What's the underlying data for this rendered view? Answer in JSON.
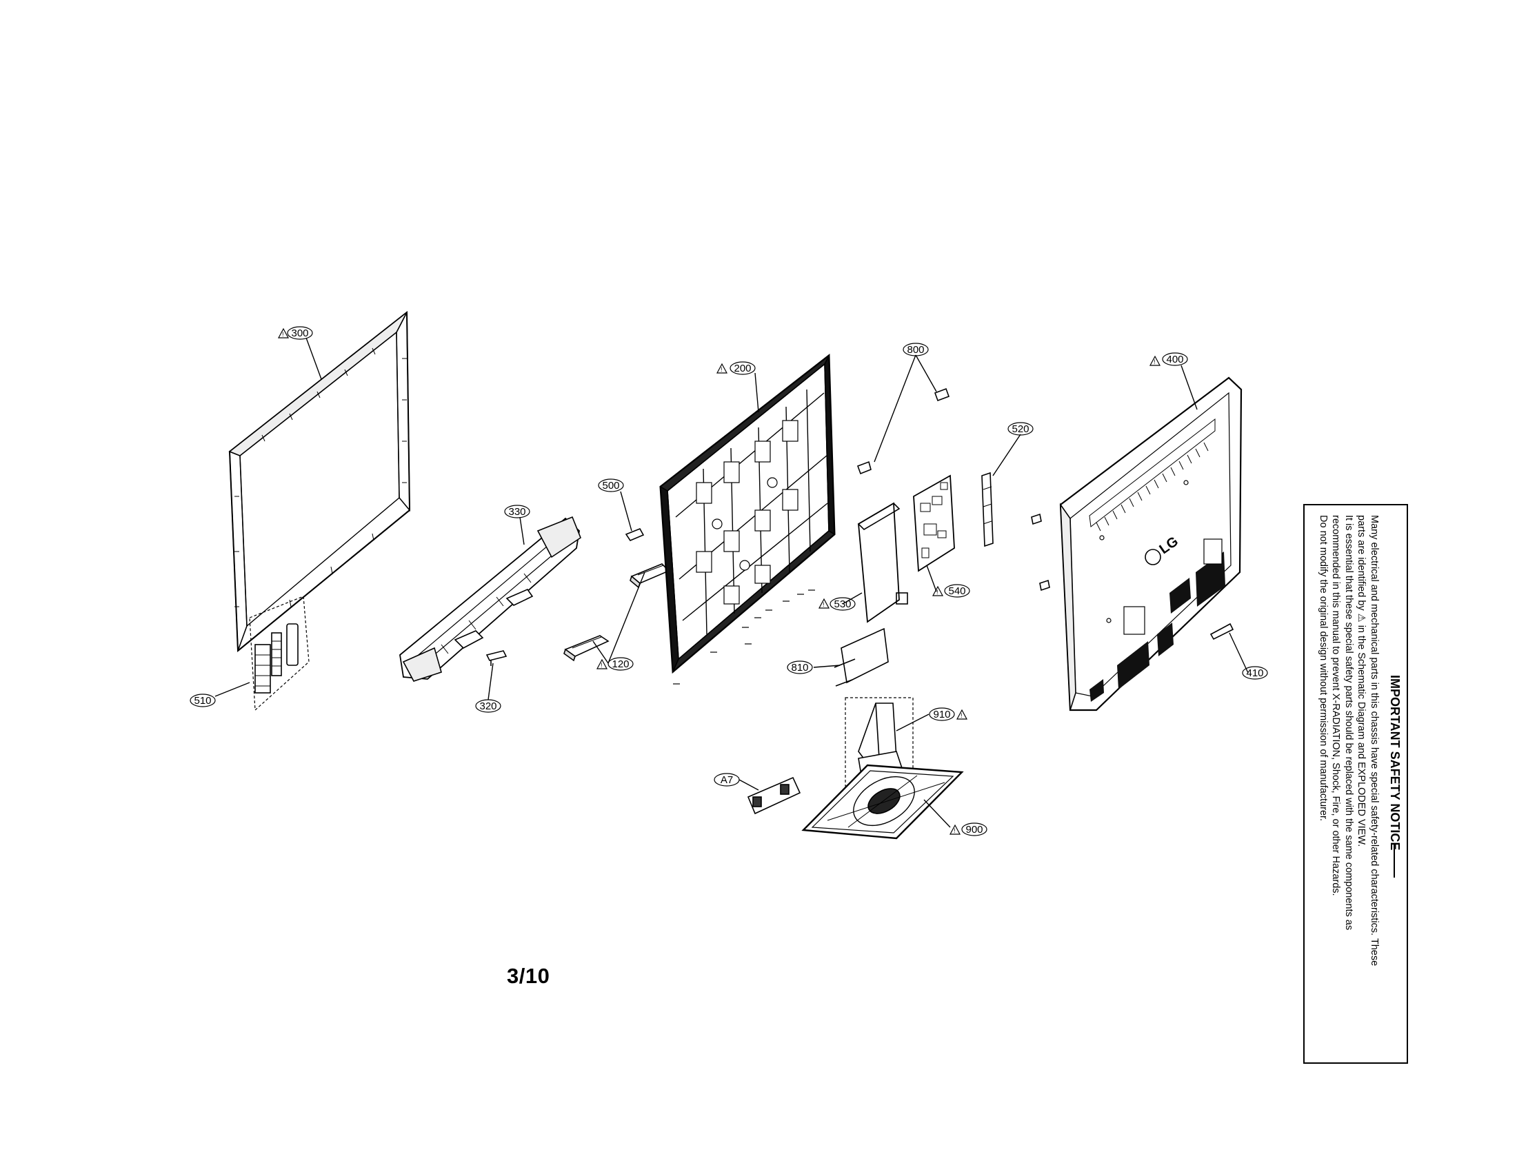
{
  "page_number": "3/10",
  "safety_notice": {
    "title": "IMPORTANT SAFETY NOTICE",
    "line1": "Many electrical and mechanical parts in this chassis have special safety-related characteristics. These",
    "line2": "parts are identified by ⚠ in the Schematic Diagram and EXPLODED VIEW.",
    "line3": "It is essential that these special safety parts should be replaced with the same components as",
    "line4": "recommended in this manual to prevent X-RADIATION, Shock, Fire, or other Hazards.",
    "line5": "Do not modify the original design without permission of manufacturer."
  },
  "part_labels": {
    "p300": "300",
    "p200": "200",
    "p800": "800",
    "p400": "400",
    "p520": "520",
    "p500": "500",
    "p330": "330",
    "p530": "530",
    "p540": "540",
    "p120": "120",
    "p810": "810",
    "p410": "410",
    "p510": "510",
    "p320": "320",
    "p910": "910",
    "pA7": "A7",
    "p900": "900"
  },
  "brand_logo": "LG"
}
